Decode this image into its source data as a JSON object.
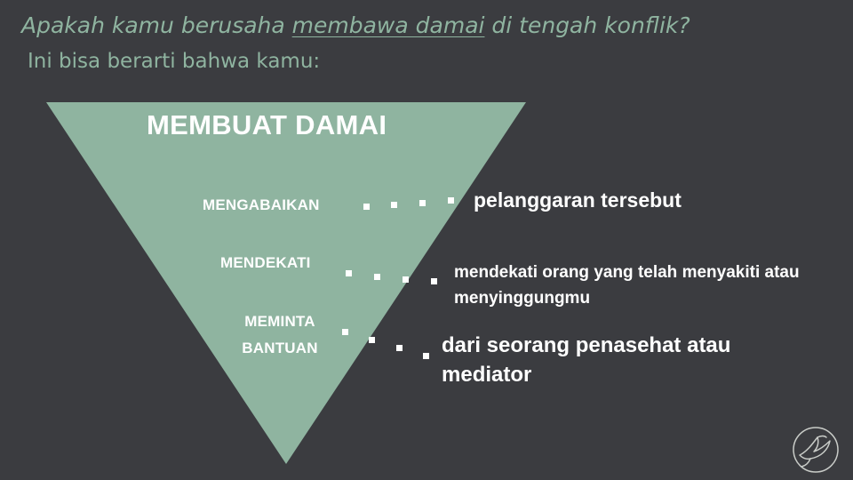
{
  "header": {
    "question_prefix": "Apakah kamu berusaha ",
    "question_emphasis": "membawa damai",
    "question_suffix": " di tengah konflik?",
    "subtitle": "Ini bisa berarti bahwa kamu:"
  },
  "diagram": {
    "title": "MEMBUAT DAMAI",
    "steps": [
      {
        "label": "MENGABAIKAN",
        "description": "pelanggaran tersebut"
      },
      {
        "label": "MENDEKATI",
        "description": "mendekati orang yang telah menyakiti atau menyinggungmu"
      },
      {
        "label_line1": "MEMINTA",
        "label_line2": "BANTUAN",
        "description": "dari seorang penasehat atau mediator"
      }
    ]
  },
  "colors": {
    "background": "#3b3c40",
    "accent": "#8fb4a0",
    "text": "#ffffff"
  },
  "icons": {
    "logo": "dove-circle-logo"
  }
}
